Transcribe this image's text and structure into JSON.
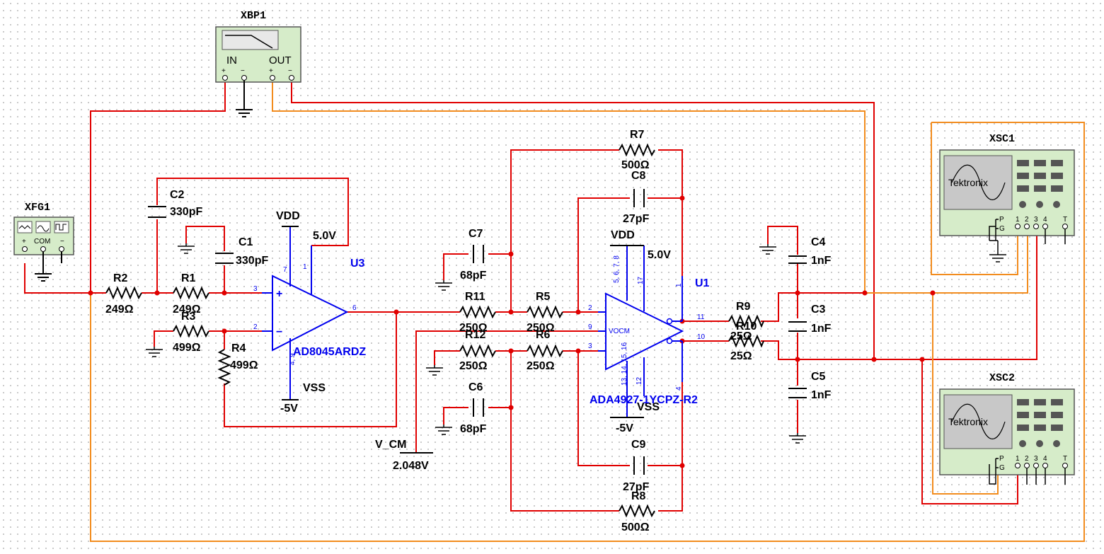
{
  "instruments": {
    "xbp1": {
      "title": "XBP1",
      "in_label": "IN",
      "out_label": "OUT",
      "plus": "+",
      "minus": "−"
    },
    "xfg1": {
      "title": "XFG1",
      "plus": "+",
      "com": "COM",
      "minus": "−"
    },
    "xsc1": {
      "title": "XSC1",
      "brand": "Tektronix",
      "pin_p": "P",
      "pin_g": "G",
      "ch1": "1",
      "ch2": "2",
      "ch3": "3",
      "ch4": "4",
      "trig": "T"
    },
    "xsc2": {
      "title": "XSC2",
      "brand": "Tektronix",
      "pin_p": "P",
      "pin_g": "G",
      "ch1": "1",
      "ch2": "2",
      "ch3": "3",
      "ch4": "4",
      "trig": "T"
    }
  },
  "components": {
    "r1": {
      "ref": "R1",
      "value": "249Ω"
    },
    "r2": {
      "ref": "R2",
      "value": "249Ω"
    },
    "r3": {
      "ref": "R3",
      "value": "499Ω"
    },
    "r4": {
      "ref": "R4",
      "value": "499Ω"
    },
    "r5": {
      "ref": "R5",
      "value": "250Ω"
    },
    "r6": {
      "ref": "R6",
      "value": "250Ω"
    },
    "r7": {
      "ref": "R7",
      "value": "500Ω"
    },
    "r8": {
      "ref": "R8",
      "value": "500Ω"
    },
    "r9": {
      "ref": "R9",
      "value": "25Ω"
    },
    "r10": {
      "ref": "R10",
      "value": "25Ω"
    },
    "r11": {
      "ref": "R11",
      "value": "250Ω"
    },
    "r12": {
      "ref": "R12",
      "value": "250Ω"
    },
    "c1": {
      "ref": "C1",
      "value": "330pF"
    },
    "c2": {
      "ref": "C2",
      "value": "330pF"
    },
    "c3": {
      "ref": "C3",
      "value": "1nF"
    },
    "c4": {
      "ref": "C4",
      "value": "1nF"
    },
    "c5": {
      "ref": "C5",
      "value": "1nF"
    },
    "c6": {
      "ref": "C6",
      "value": "68pF"
    },
    "c7": {
      "ref": "C7",
      "value": "68pF"
    },
    "c8": {
      "ref": "C8",
      "value": "27pF"
    },
    "c9": {
      "ref": "C9",
      "value": "27pF"
    }
  },
  "u3": {
    "ref": "U3",
    "part": "AD8045ARDZ",
    "vdd_label": "VDD",
    "vdd_value": "5.0V",
    "vss_label": "VSS",
    "vss_value": "-5V",
    "pin3": "3",
    "pin2": "2",
    "pin6": "6",
    "pin7": "7",
    "pin1": "1",
    "pin49": "4, 9",
    "plus": "+",
    "minus": "−"
  },
  "u1": {
    "ref": "U1",
    "part": "ADA4927-1YCPZ-R2",
    "vdd_label": "VDD",
    "vdd_value": "5.0V",
    "vss_label": "VSS",
    "vss_value": "-5V",
    "pin2": "2",
    "pin9": "9",
    "pin3": "3",
    "pin11": "11",
    "pin10": "10",
    "pin5678": "5, 6, 7, 8",
    "pin17": "17",
    "pin1": "1",
    "pin13141516": "13, 14, 15, 16",
    "pin12": "12",
    "pin4": "4",
    "vocm": "VOCM"
  },
  "vcm": {
    "label": "V_CM",
    "value": "2.048V"
  }
}
